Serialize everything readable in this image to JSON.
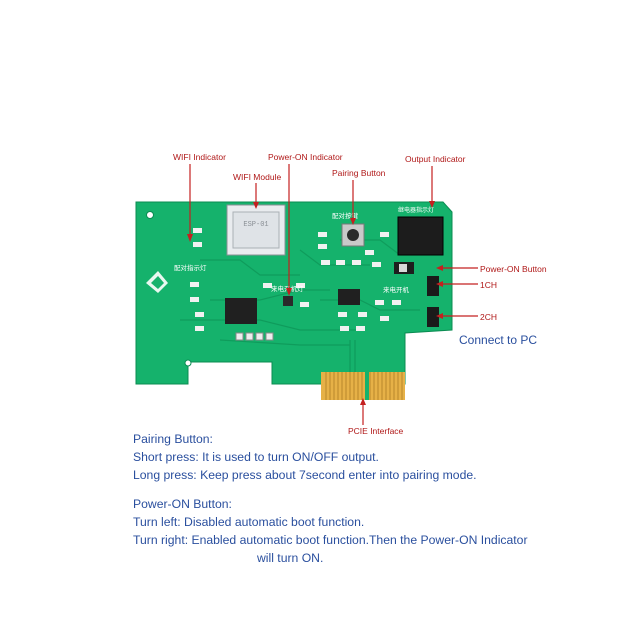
{
  "callouts": {
    "wifi_indicator": "WIFI Indicator",
    "wifi_module": "WIFI Module",
    "power_on_indicator": "Power-ON Indicator",
    "pairing_button": "Pairing Button",
    "output_indicator": "Output Indicator",
    "power_on_button": "Power-ON Button",
    "ch1": "1CH",
    "ch2": "2CH",
    "connect_to_pc": "Connect to PC",
    "pcie_interface": "PCIE Interface"
  },
  "board": {
    "silk_pairing_indicator": "配对指示灯",
    "silk_pairing_button": "配对按键",
    "silk_relay_indicator": "继电器指示灯",
    "silk_power_indicator": "来电开机灯",
    "silk_power_switch": "来电开机",
    "module_text": "ESP-01",
    "colors": {
      "pcb": "#16b46e",
      "pcb_dark": "#0e9a5c",
      "gold": "#e8b44a",
      "relay": "#1b1b1b"
    }
  },
  "description": {
    "pairing": {
      "heading": "Pairing Button:",
      "lines": [
        "Short press: It is used to turn ON/OFF output.",
        "Long press: Keep press about 7second enter into pairing mode."
      ]
    },
    "power_on": {
      "heading": "Power-ON Button:",
      "lines": [
        "Turn left: Disabled automatic boot function.",
        "Turn right: Enabled automatic boot function.Then the Power-ON Indicator"
      ],
      "continuation": "will turn ON."
    }
  }
}
